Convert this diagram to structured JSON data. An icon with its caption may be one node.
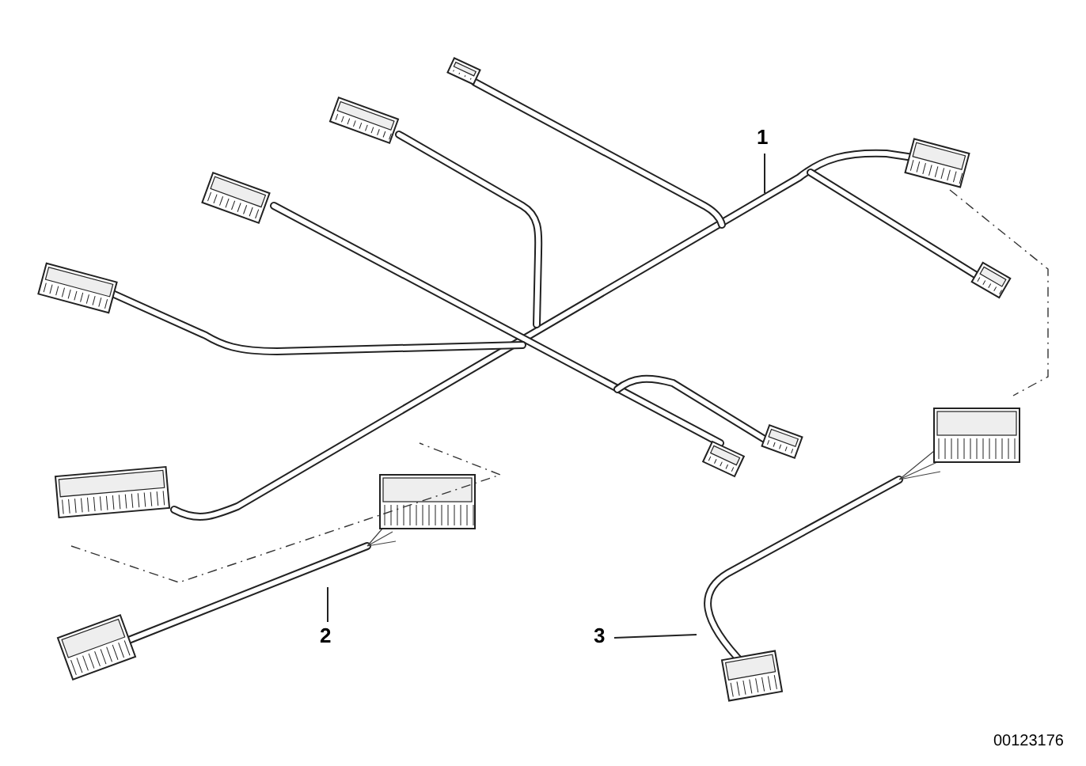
{
  "diagram": {
    "nodes": [
      {
        "text": [
          "1"
        ]
      },
      {
        "text": [
          "2"
        ]
      },
      {
        "text": [
          "3"
        ]
      }
    ],
    "edges": [
      {
        "from": 0,
        "to": null,
        "arrow": "none"
      },
      {
        "from": 1,
        "to": null,
        "arrow": "none"
      },
      {
        "from": 2,
        "to": null,
        "arrow": "none"
      }
    ],
    "labels": [
      "00123176"
    ]
  }
}
